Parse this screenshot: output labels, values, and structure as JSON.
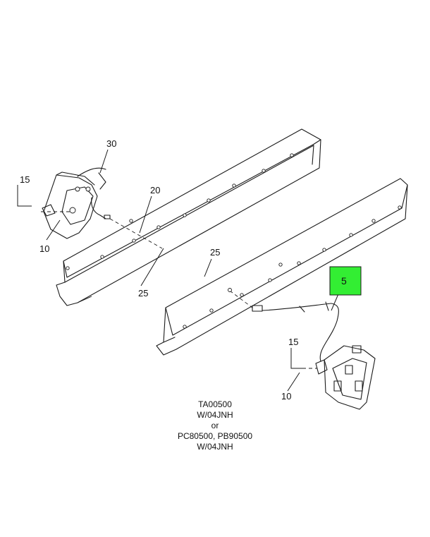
{
  "callouts": {
    "c30": "30",
    "c15_left": "15",
    "c20": "20",
    "c10_left": "10",
    "c25_upper": "25",
    "c25_lower": "25",
    "c5": "5",
    "c15_right": "15",
    "c10_right": "10"
  },
  "highlight": {
    "label": "5",
    "color": "#33ee33"
  },
  "caption": {
    "line1": "TA00500",
    "line2": "W/04JNH",
    "line3": "or",
    "line4": "PC80500, PB90500",
    "line5": "W/04JNH"
  }
}
